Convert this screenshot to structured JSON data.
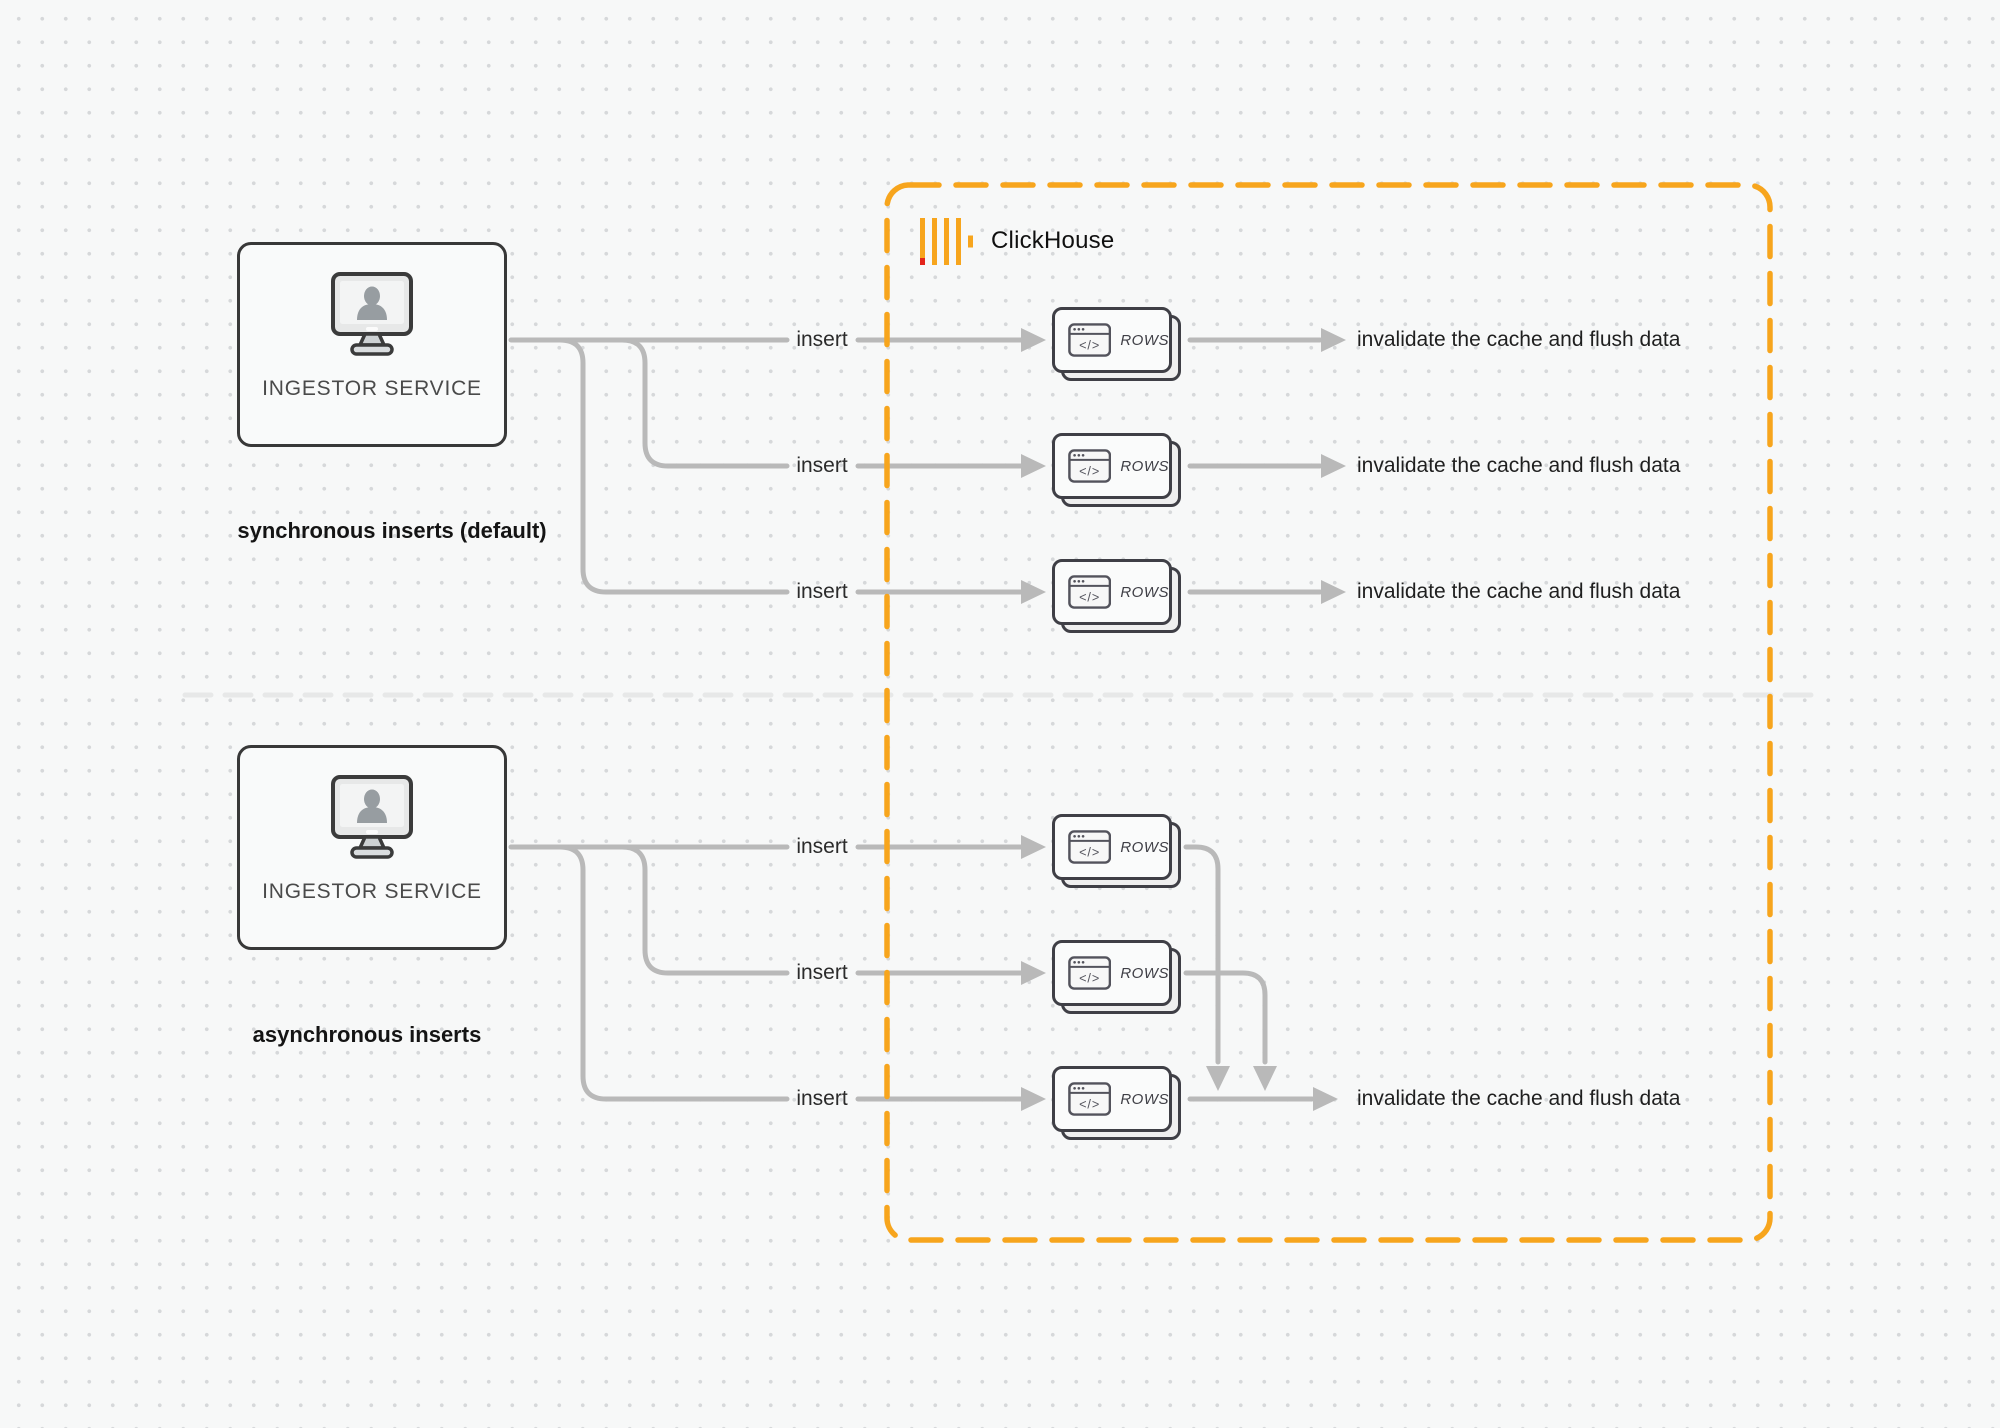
{
  "diagram": {
    "sync": {
      "service_label": "INGESTOR SERVICE",
      "caption": "synchronous inserts (default)",
      "rows": [
        {
          "insert": "insert",
          "card": "ROWS",
          "result": "invalidate the cache and flush data"
        },
        {
          "insert": "insert",
          "card": "ROWS",
          "result": "invalidate the cache and flush data"
        },
        {
          "insert": "insert",
          "card": "ROWS",
          "result": "invalidate the cache and flush data"
        }
      ]
    },
    "async": {
      "service_label": "INGESTOR SERVICE",
      "caption": "asynchronous inserts",
      "rows": [
        {
          "insert": "insert",
          "card": "ROWS"
        },
        {
          "insert": "insert",
          "card": "ROWS"
        },
        {
          "insert": "insert",
          "card": "ROWS"
        }
      ],
      "result": "invalidate the cache and flush data"
    },
    "clickhouse": {
      "brand": "ClickHouse",
      "accent_color": "#F7A51D",
      "logo_red": "#E3241B"
    },
    "card_glyph": "</>",
    "icons": {
      "service": "monitor-user-icon",
      "card": "code-window-icon",
      "logo": "clickhouse-bars-icon"
    },
    "colors": {
      "connector": "#b9b9b9",
      "divider": "#e7e8e8",
      "dark_border": "#383838"
    }
  }
}
